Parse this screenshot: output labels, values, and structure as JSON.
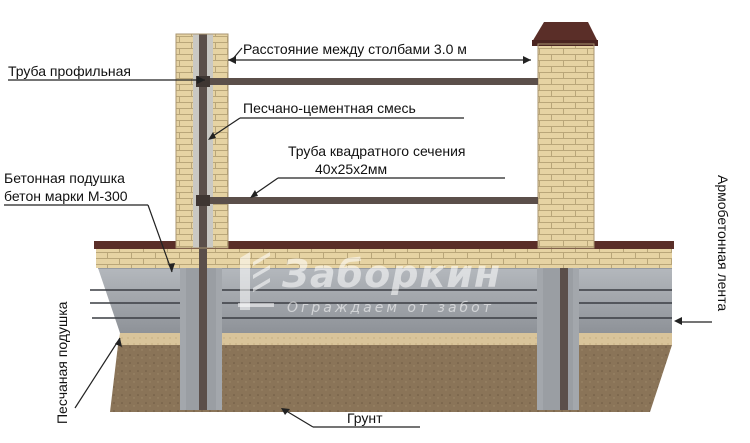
{
  "labels": {
    "profile_pipe": "Труба профильная",
    "post_distance": "Расстояние между столбами 3.0 м",
    "sand_cement_mix": "Песчано-цементная смесь",
    "square_pipe_line1": "Труба квадратного сечения",
    "square_pipe_line2": "40х25х2мм",
    "concrete_pad_line1": "Бетонная подушка",
    "concrete_pad_line2": "бетон марки М-300",
    "sand_cushion": "Песчаная подушка",
    "reinforced_strip": "Армобетонная лента",
    "soil": "Грунт"
  },
  "watermark": {
    "title": "Заборкин",
    "subtitle": "Ограждаем от забот"
  },
  "colors": {
    "brick": "#e6d3a3",
    "mortar": "#b9a679",
    "cap": "#5a2e28",
    "concrete": "#9fa3a8",
    "soil": "#8a7458",
    "sand": "#d9c49a",
    "pipe": "#5b4f4a"
  }
}
